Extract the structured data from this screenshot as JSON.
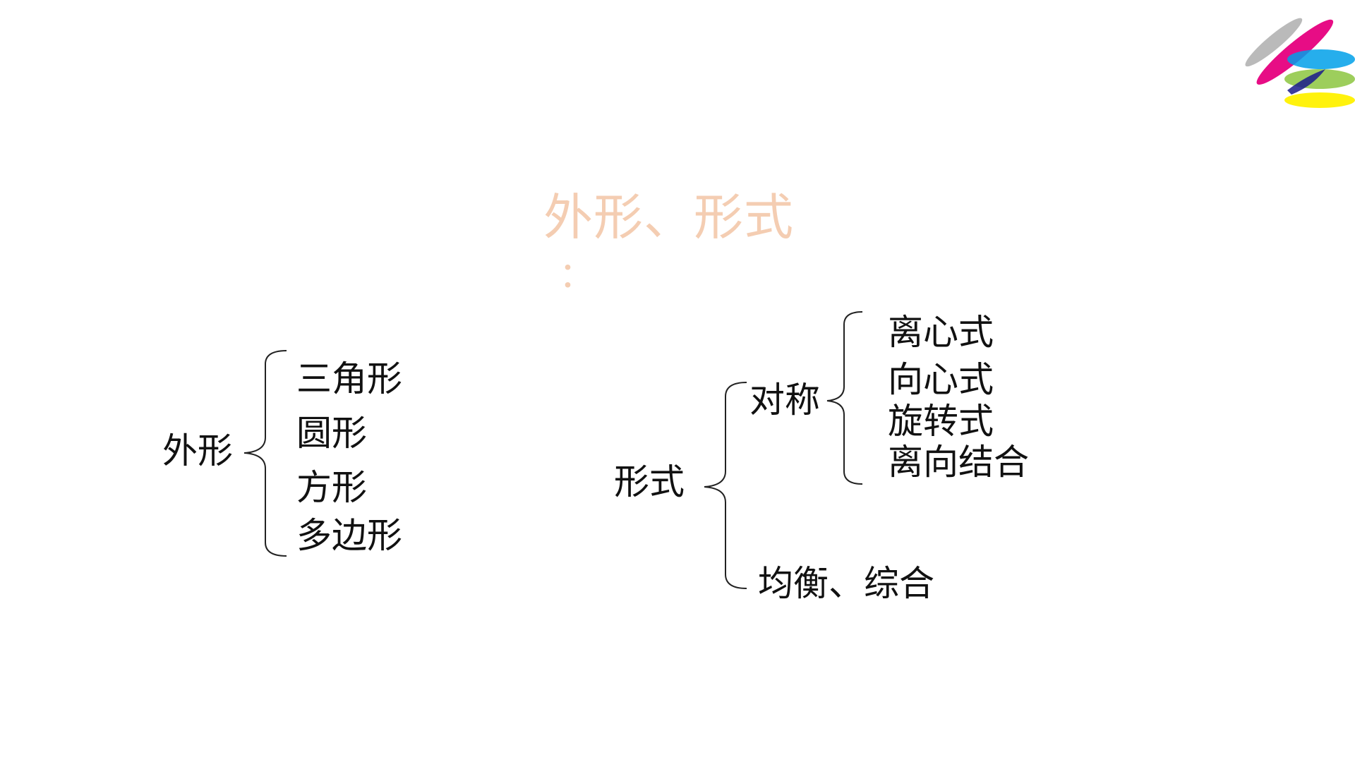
{
  "title": "外形、形式",
  "title_suffix": "：",
  "colors": {
    "title": "#f4cdb2",
    "text": "#111111",
    "logo": [
      "#b3b3b3",
      "#e6007e",
      "#00a0e9",
      "#8cc63f",
      "#fff100",
      "#1a1a8c"
    ]
  },
  "diagram": {
    "shape": {
      "label": "外形",
      "items": [
        "三角形",
        "圆形",
        "方形",
        "多边形"
      ]
    },
    "form": {
      "label": "形式",
      "symmetry": {
        "label": "对称",
        "items": [
          "离心式",
          "向心式",
          "旋转式",
          "离向结合"
        ]
      },
      "balance_label": "均衡、综合"
    }
  }
}
